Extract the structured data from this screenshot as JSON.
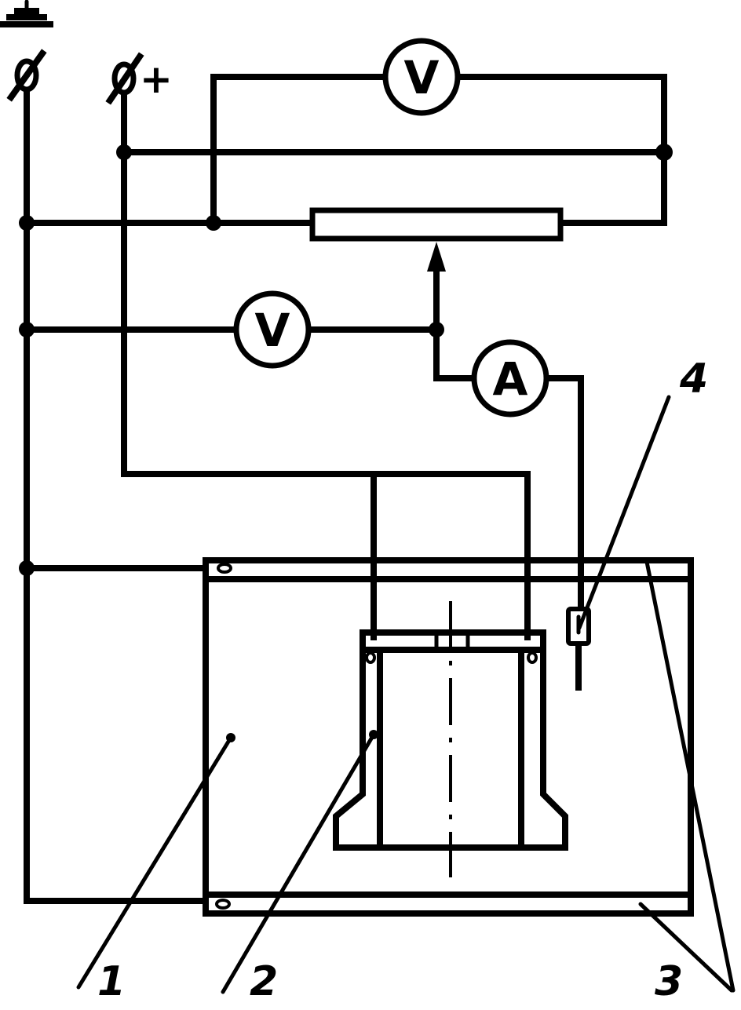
{
  "terminals": {
    "positive": "+"
  },
  "meters": {
    "voltmeter_top": "V",
    "voltmeter_mid": "V",
    "ammeter": "A"
  },
  "callouts": [
    "1",
    "2",
    "3",
    "4"
  ]
}
